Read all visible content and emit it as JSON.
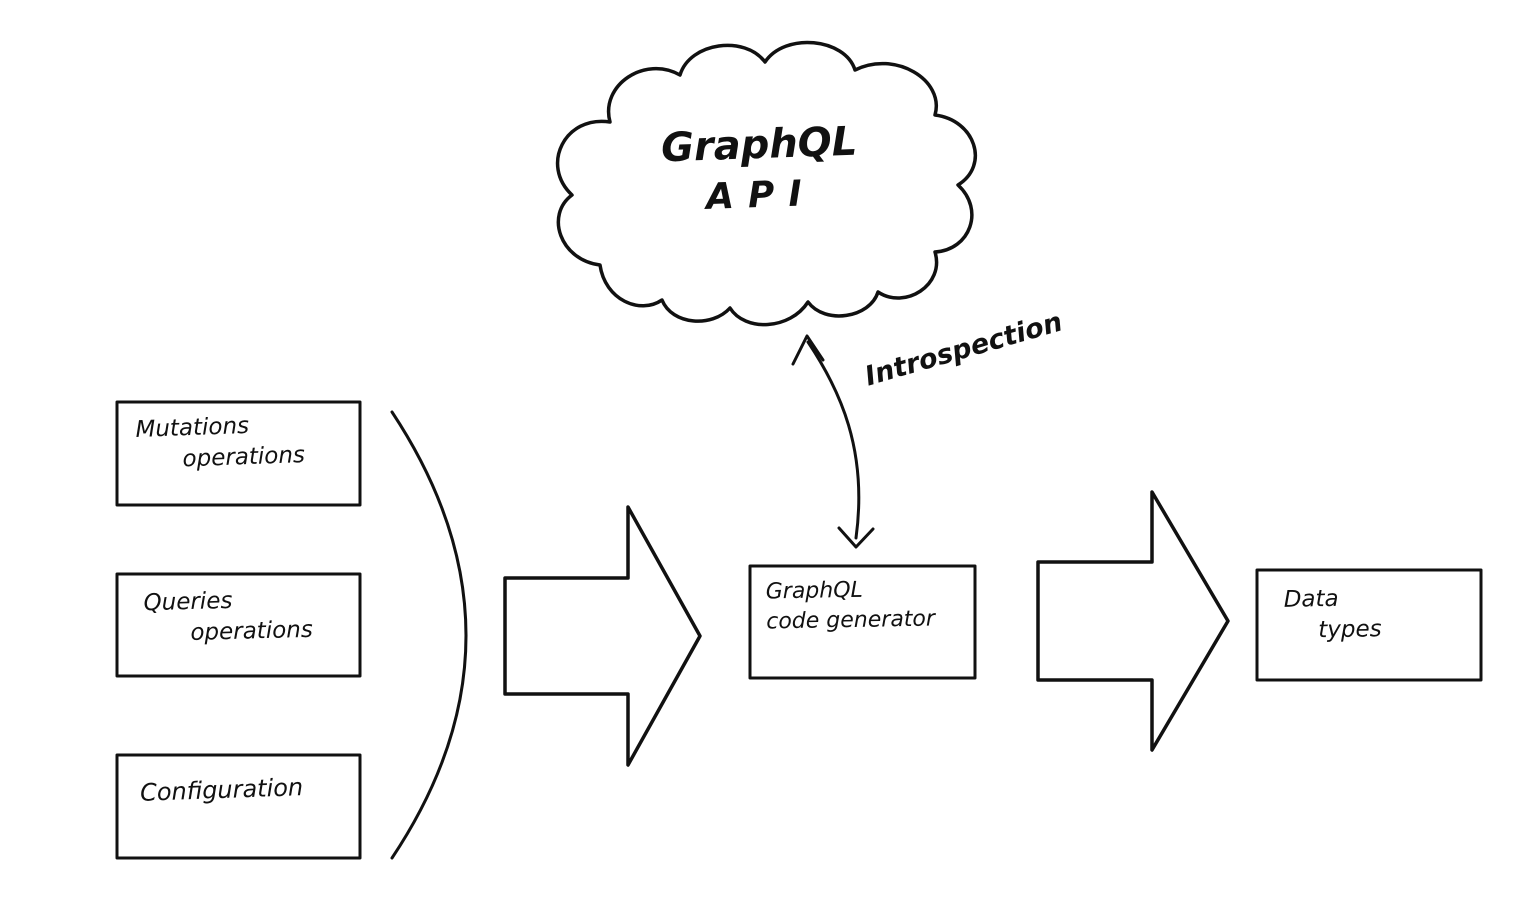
{
  "cloud": {
    "line1": "GraphQL",
    "line2": "API"
  },
  "introspection": {
    "label": "Introspection"
  },
  "inputs": [
    {
      "line1": "Mutations",
      "line2": "operations"
    },
    {
      "line1": "Queries",
      "line2": "operations"
    },
    {
      "line1": "Configuration",
      "line2": ""
    }
  ],
  "generator": {
    "line1": "GraphQL",
    "line2": "code generator"
  },
  "output": {
    "line1": "Data",
    "line2": "types"
  },
  "colors": {
    "ink": "#111111",
    "background": "#ffffff"
  }
}
